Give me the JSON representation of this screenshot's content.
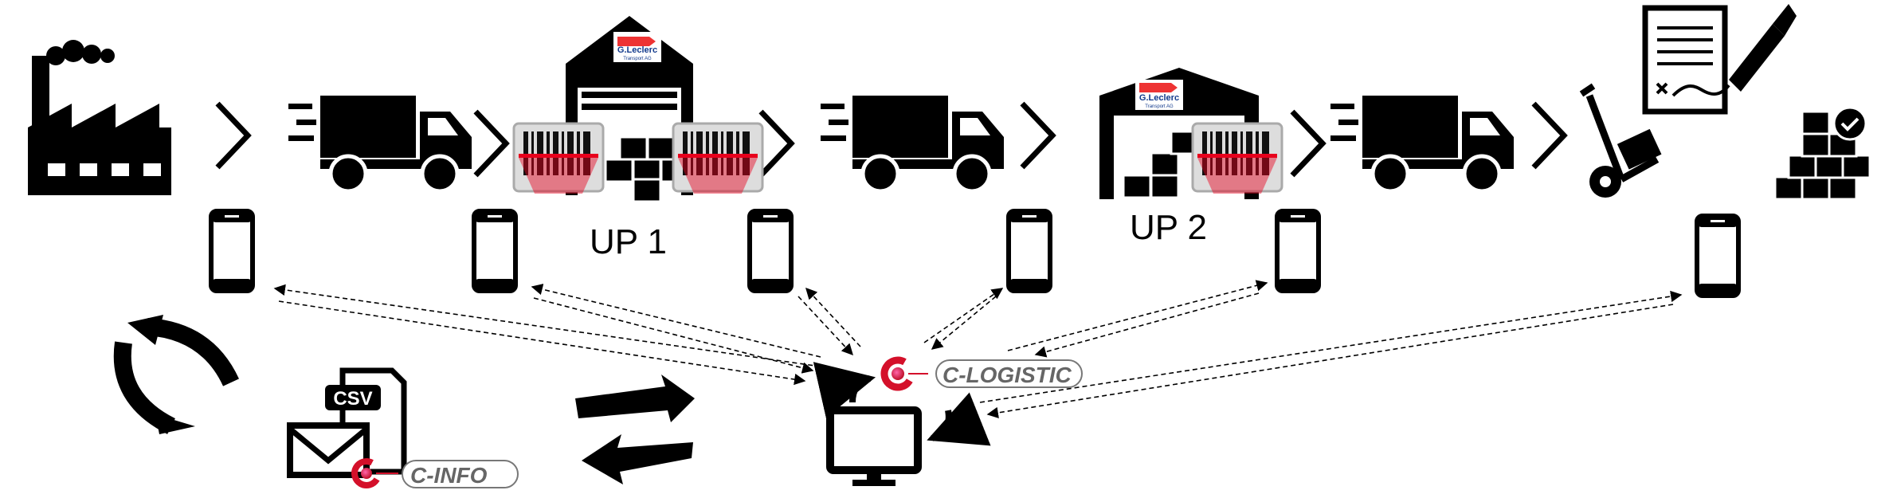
{
  "diagram": {
    "stations": [
      {
        "name": "factory"
      },
      {
        "name": "truck-1"
      },
      {
        "name": "warehouse-1",
        "label": "UP 1",
        "logo_line1": "G.Leclerc",
        "logo_line2": "Transport AG"
      },
      {
        "name": "truck-2"
      },
      {
        "name": "warehouse-2",
        "label": "UP 2",
        "logo_line1": "G.Leclerc",
        "logo_line2": "Transport AG"
      },
      {
        "name": "truck-3"
      },
      {
        "name": "hand-truck"
      },
      {
        "name": "delivered-boxes"
      }
    ],
    "systems": {
      "logistic_label": "C-LOGISTIC",
      "info_label": "C-INFO",
      "csv_label": "CSV"
    },
    "colors": {
      "accent_red": "#d4102a",
      "logo_grey": "#666666",
      "scanner_red": "#e8001c"
    }
  }
}
